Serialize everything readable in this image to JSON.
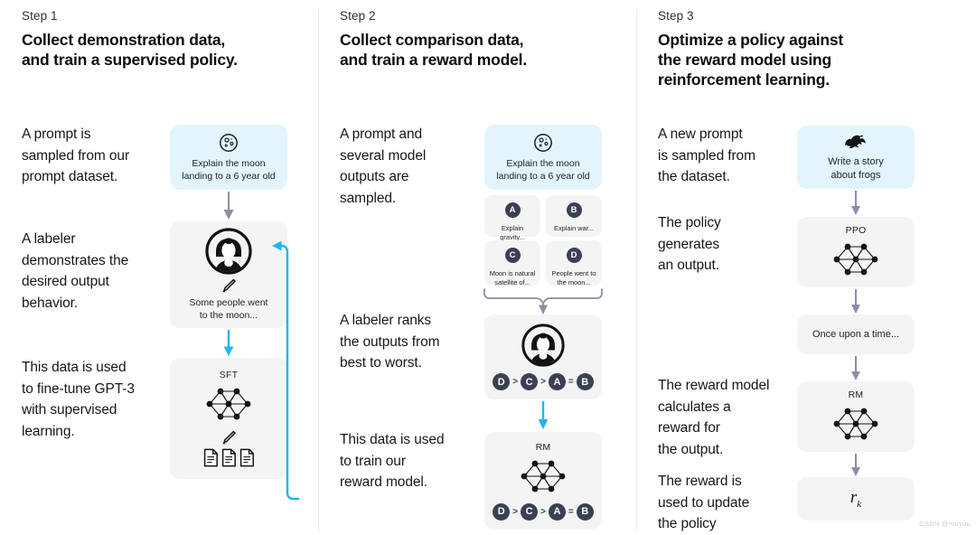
{
  "columns": [
    {
      "step": "Step 1",
      "title": "Collect demonstration data,\nand train a supervised policy.",
      "paragraphs": [
        "A prompt is\nsampled from our\nprompt dataset.",
        "A labeler\ndemonstrates the\ndesired output\nbehavior.",
        "This data is used\nto fine-tune GPT-3\nwith supervised\nlearning."
      ],
      "prompt_card": {
        "icon": "moon-icon",
        "text": "Explain the moon\nlanding to a 6 year old"
      },
      "labeler_card": {
        "icon": "labeler-avatar-icon",
        "pencil": "pencil-icon",
        "text": "Some people went\nto the moon..."
      },
      "model_card": {
        "label": "SFT",
        "icon": "neural-network-icon",
        "pencil": "pencil-icon",
        "docs": "document-icon"
      }
    },
    {
      "step": "Step 2",
      "title": "Collect comparison data,\nand train a reward model.",
      "paragraphs": [
        "A prompt and\nseveral model\noutputs are\nsampled.",
        "A labeler ranks\nthe outputs from\nbest to worst.",
        "This data is used\nto train our\nreward model."
      ],
      "prompt_card": {
        "icon": "moon-icon",
        "text": "Explain the moon\nlanding to a 6 year old"
      },
      "options": [
        {
          "badge": "A",
          "text": "Explain gravity..."
        },
        {
          "badge": "B",
          "text": "Explain war..."
        },
        {
          "badge": "C",
          "text": "Moon is natural\nsatellite of..."
        },
        {
          "badge": "D",
          "text": "People went to\nthe moon..."
        }
      ],
      "ranking_card": {
        "icon": "labeler-avatar-icon",
        "ranking": [
          "D",
          ">",
          "C",
          ">",
          "A",
          "=",
          "B"
        ]
      },
      "reward_card": {
        "label": "RM",
        "icon": "neural-network-icon",
        "ranking": [
          "D",
          ">",
          "C",
          ">",
          "A",
          "=",
          "B"
        ]
      }
    },
    {
      "step": "Step 3",
      "title": "Optimize a policy against\nthe reward model using\nreinforcement learning.",
      "paragraphs": [
        "A new prompt\nis sampled from\nthe dataset.",
        "The policy\ngenerates\nan output.",
        "The reward model\ncalculates a\nreward for\nthe output.",
        "The reward is\nused to update\nthe policy"
      ],
      "prompt_card": {
        "icon": "frog-icon",
        "text": "Write a story\nabout frogs"
      },
      "policy_card": {
        "label": "PPO",
        "icon": "neural-network-icon"
      },
      "output_card": {
        "text": "Once upon a time..."
      },
      "reward_card": {
        "label": "RM",
        "icon": "neural-network-icon"
      },
      "reward_value_card": {
        "symbol": "r",
        "subscript": "k"
      }
    }
  ],
  "watermark": "CSDN @muyuu",
  "colors": {
    "prompt_blue": "#e3f4fd",
    "card_gray": "#f4f4f4",
    "badge_navy": "#3b4152",
    "arrow_gray": "#8b8fa3",
    "arrow_cyan": "#21b4f2",
    "divider": "#ececee"
  }
}
